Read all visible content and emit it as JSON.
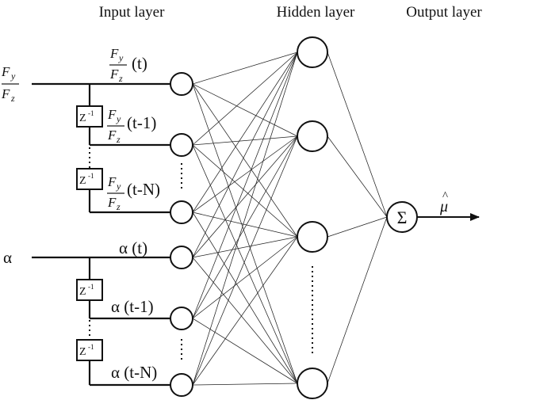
{
  "headers": {
    "input": "Input layer",
    "hidden": "Hidden layer",
    "output": "Output layer"
  },
  "inputs": {
    "force_ratio": {
      "numerator": "F",
      "numerator_sub": "y",
      "denominator": "F",
      "denominator_sub": "z"
    },
    "alpha": "α"
  },
  "delay": {
    "label": "Z",
    "sup": "-1"
  },
  "taps": {
    "t": "(t)",
    "t_minus_1": "(t-1)",
    "t_minus_n": "(t-N)",
    "alpha_t": "α (t)",
    "alpha_t_minus_1": "α (t-1)",
    "alpha_t_minus_n": "α (t-N)"
  },
  "output": {
    "sum_symbol": "Σ",
    "estimate": "μ",
    "hat": "^"
  }
}
